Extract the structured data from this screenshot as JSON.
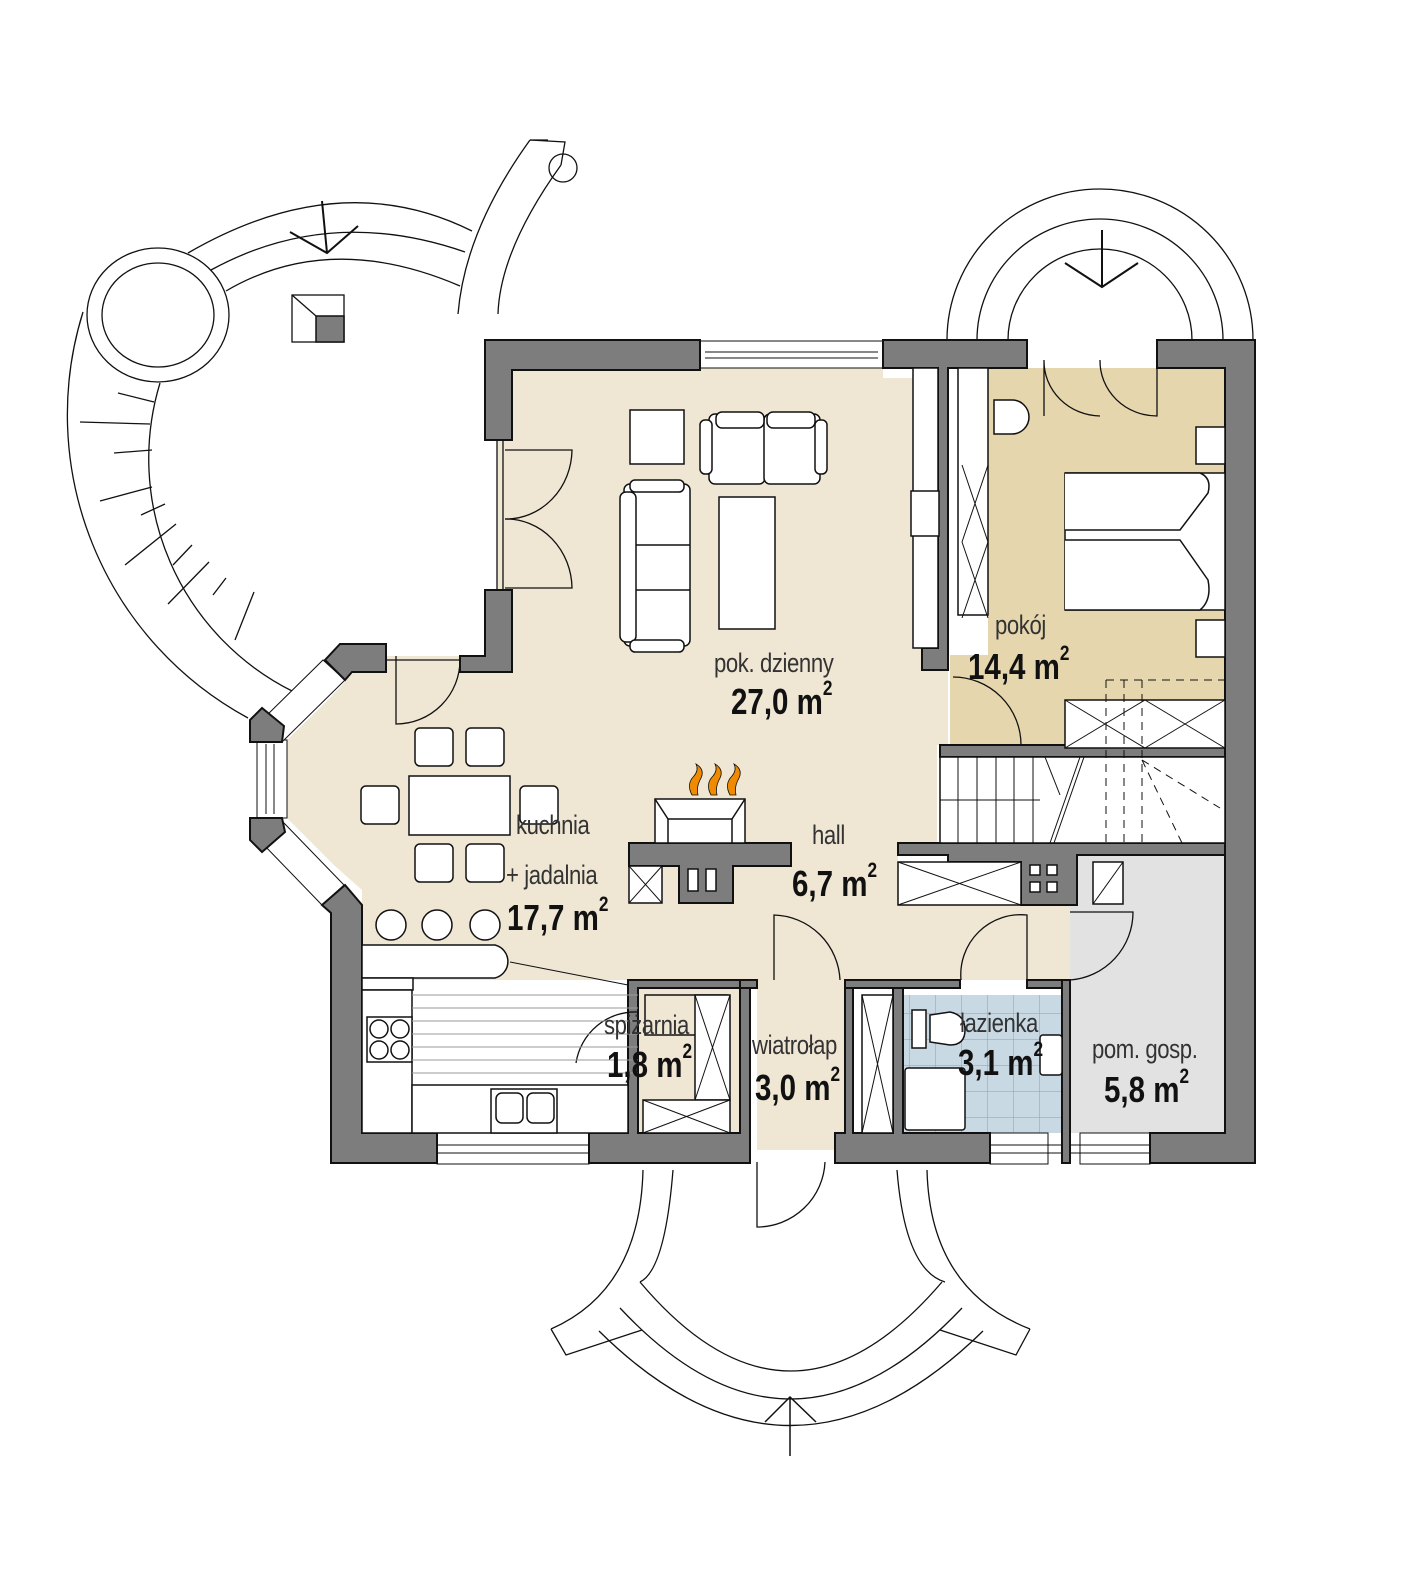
{
  "title": "Ground floor plan",
  "colors": {
    "wall": "#7d7d7d",
    "wall_stroke": "#111111",
    "living_floor": "#efe6d4",
    "bedroom_floor": "#e6d6ad",
    "bathroom_floor": "#c9d9e3",
    "utility_floor": "#e2e2e2",
    "flame": "#f08a00"
  },
  "rooms": [
    {
      "id": "living",
      "name": "pok. dzienny",
      "area": "27,0 m",
      "unit_exp": "2"
    },
    {
      "id": "bedroom",
      "name": "pokój",
      "area": "14,4 m",
      "unit_exp": "2"
    },
    {
      "id": "kitchen",
      "name": "kuchnia",
      "name2": "+ jadalnia",
      "area": "17,7 m",
      "unit_exp": "2"
    },
    {
      "id": "hall",
      "name": "hall",
      "area": "6,7 m",
      "unit_exp": "2"
    },
    {
      "id": "pantry",
      "name": "spiżarnia",
      "area": "1,8 m",
      "unit_exp": "2"
    },
    {
      "id": "vestibule",
      "name": "wiatrołap",
      "area": "3,0 m",
      "unit_exp": "2"
    },
    {
      "id": "bathroom",
      "name": "łazienka",
      "area": "3,1 m",
      "unit_exp": "2"
    },
    {
      "id": "utility",
      "name": "pom. gosp.",
      "area": "5,8 m",
      "unit_exp": "2"
    }
  ],
  "icons": {
    "fireplace": "fireplace-icon",
    "stairs": "stairs-icon",
    "sofa": "sofa-icon",
    "bed": "bed-icon",
    "dining_table": "dining-table-icon",
    "stove": "stove-icon",
    "sink": "sink-icon",
    "toilet": "toilet-icon",
    "shower": "shower-icon",
    "terrace": "terrace-icon"
  }
}
